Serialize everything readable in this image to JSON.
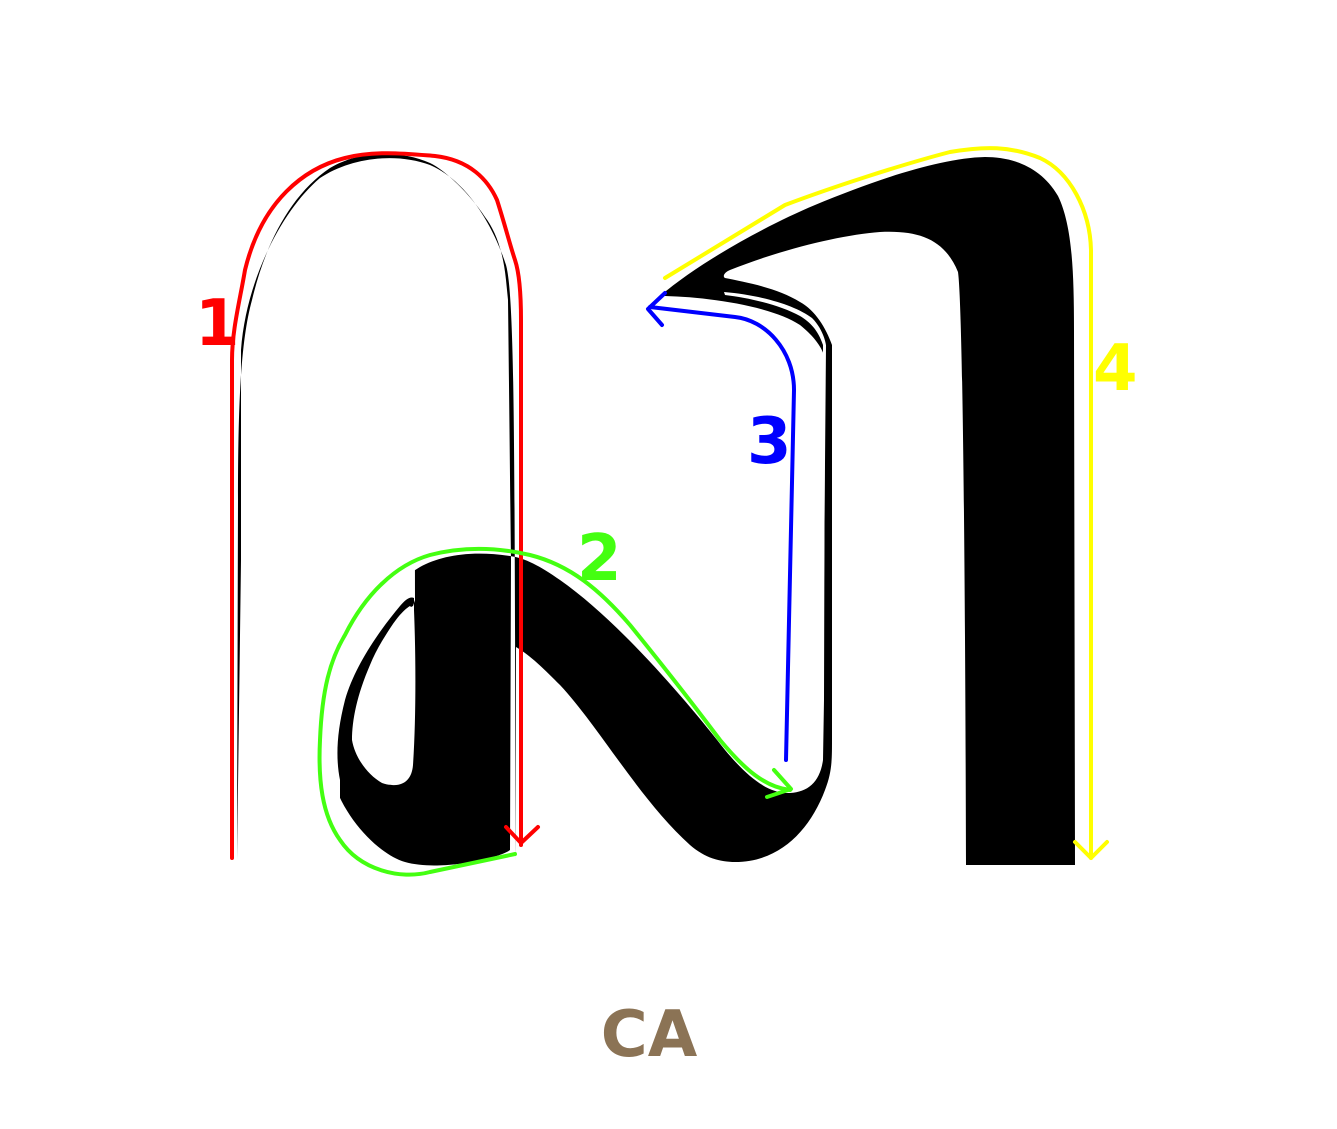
{
  "colors": {
    "background": "#ffffff",
    "glyph": "#000000",
    "stroke_1": "#ff0000",
    "stroke_2": "#44ff11",
    "stroke_3": "#0000ff",
    "stroke_4": "#ffff00",
    "caption": "#8b7355"
  },
  "strokes": [
    {
      "label": "1"
    },
    {
      "label": "2"
    },
    {
      "label": "3"
    },
    {
      "label": "4"
    }
  ],
  "caption": "CA"
}
